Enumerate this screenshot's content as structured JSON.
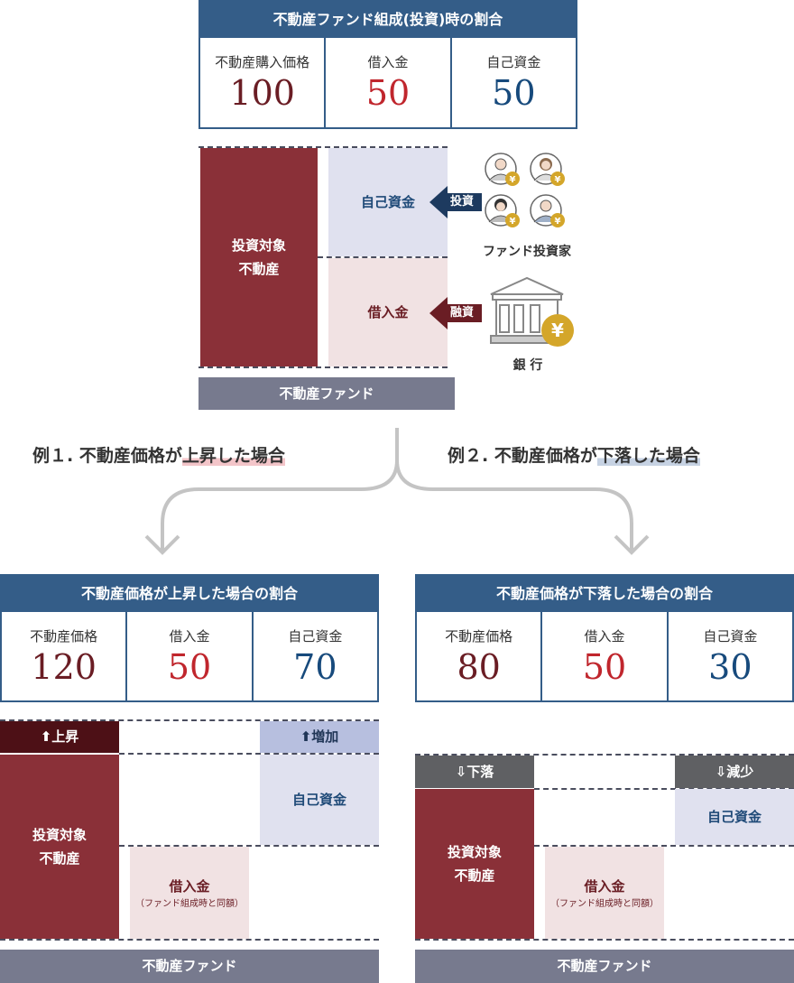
{
  "top_table": {
    "title": "不動産ファンド組成(投資)時の割合",
    "cells": [
      {
        "label": "不動産購入価格",
        "value": "100"
      },
      {
        "label": "借入金",
        "value": "50"
      },
      {
        "label": "自己資金",
        "value": "50"
      }
    ]
  },
  "structure": {
    "asset_label": "投資対象\n不動産",
    "equity_label": "自己資金",
    "debt_label": "借入金",
    "invest_arrow": "投資",
    "loan_arrow": "融資",
    "investors_label": "ファンド投資家",
    "bank_label": "銀 行",
    "fund_label": "不動産ファンド"
  },
  "case1": {
    "title_prefix": "例１. 不動産価格が",
    "title_highlight": "上昇",
    "title_suffix": "した場合",
    "table": {
      "title": "不動産価格が上昇した場合の割合",
      "cells": [
        {
          "label": "不動産価格",
          "value": "120"
        },
        {
          "label": "借入金",
          "value": "50"
        },
        {
          "label": "自己資金",
          "value": "70"
        }
      ]
    },
    "asset_tag": "上昇",
    "equity_tag": "増加",
    "asset_label": "投資対象\n不動産",
    "equity_label": "自己資金",
    "debt_label": "借入金",
    "debt_note": "（ファンド組成時と同額）",
    "fund_label": "不動産ファンド"
  },
  "case2": {
    "title_prefix": "例２. 不動産価格が",
    "title_highlight": "下落",
    "title_suffix": "した場合",
    "table": {
      "title": "不動産価格が下落した場合の割合",
      "cells": [
        {
          "label": "不動産価格",
          "value": "80"
        },
        {
          "label": "借入金",
          "value": "50"
        },
        {
          "label": "自己資金",
          "value": "30"
        }
      ]
    },
    "asset_tag": "下落",
    "equity_tag": "減少",
    "asset_label": "投資対象\n不動産",
    "equity_label": "自己資金",
    "debt_label": "借入金",
    "debt_note": "（ファンド組成時と同額）",
    "fund_label": "不動産ファンド"
  },
  "icons": {
    "investor": "investor-yen-icon",
    "bank": "bank-building-icon",
    "up_arrow": "arrow-up-icon",
    "down_arrow": "arrow-down-outline-icon"
  },
  "colors": {
    "table_blue": "#345d88",
    "asset_maroon": "#8a3038",
    "equity_lavender": "#e0e1ef",
    "debt_pink": "#f1e2e3",
    "fund_gray": "#777a8e",
    "value_red": "#c0262d",
    "value_navy": "#174a7c",
    "up_tag": "#4d1016",
    "down_tag": "#5f6063",
    "increase_tag": "#b7bfdf"
  }
}
